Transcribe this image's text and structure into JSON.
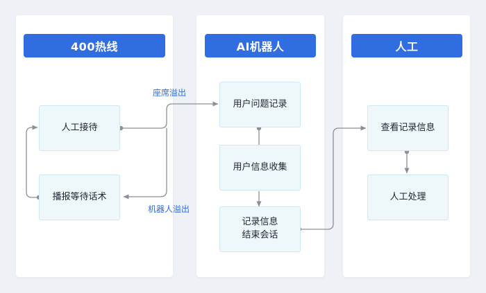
{
  "columns": [
    {
      "title": "400热线"
    },
    {
      "title": "AI机器人"
    },
    {
      "title": "人工"
    }
  ],
  "nodes": {
    "manual_reception": "人工接待",
    "broadcast_wait": "播报等待话术",
    "record_user_question": "用户问题记录",
    "collect_user_info": "用户信息收集",
    "record_info": "记录信息",
    "end_session": "结束会话",
    "view_records": "查看记录信息",
    "manual_processing": "人工处理"
  },
  "edge_labels": {
    "seat_overflow": "座席溢出",
    "robot_overflow": "机器人溢出"
  },
  "colors": {
    "header": "#2f6de0",
    "node_fill": "#eef8fb",
    "connector": "#8a8f98",
    "label": "#2f6de0"
  }
}
